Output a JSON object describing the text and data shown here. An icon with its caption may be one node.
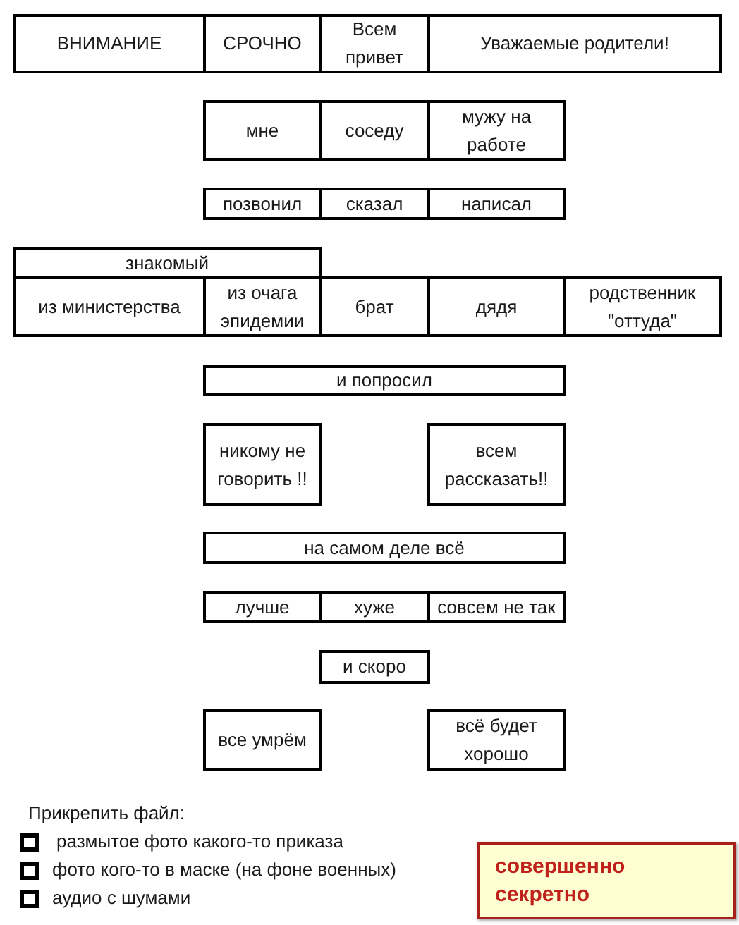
{
  "diagram": {
    "nodes": [
      {
        "text": [
          "ВНИМАНИЕ"
        ]
      },
      {
        "text": [
          "СРОЧНО"
        ]
      },
      {
        "text": [
          "Всем привет"
        ]
      },
      {
        "text": [
          "Уважаемые родители!"
        ]
      },
      {
        "text": [
          "мне"
        ]
      },
      {
        "text": [
          "соседу"
        ]
      },
      {
        "text": [
          "мужу на работе"
        ]
      },
      {
        "text": [
          "позвонил"
        ]
      },
      {
        "text": [
          "сказал"
        ]
      },
      {
        "text": [
          "написал"
        ]
      },
      {
        "text": [
          "знакомый"
        ]
      },
      {
        "text": [
          "из министерства"
        ]
      },
      {
        "text": [
          "из очага эпидемии"
        ]
      },
      {
        "text": [
          "брат"
        ]
      },
      {
        "text": [
          "дядя"
        ]
      },
      {
        "text": [
          "родственник \"оттуда\""
        ]
      },
      {
        "text": [
          "и попросил"
        ]
      },
      {
        "text": [
          "никому не говорить !!"
        ]
      },
      {
        "text": [
          "всем рассказать!!"
        ]
      },
      {
        "text": [
          "на самом деле всё"
        ]
      },
      {
        "text": [
          "лучше"
        ]
      },
      {
        "text": [
          "хуже"
        ]
      },
      {
        "text": [
          "совсем не так"
        ]
      },
      {
        "text": [
          "и скоро"
        ]
      },
      {
        "text": [
          "все умрём"
        ]
      },
      {
        "text": [
          "всё будет хорошо"
        ]
      },
      {
        "text": [
          "совершенно секретно"
        ]
      }
    ],
    "labels": [
      "Прикрепить файл:",
      "размытое фото какого-то приказа",
      "фото кого-то в маске (на фоне военных)",
      "аудио с шумами"
    ]
  }
}
